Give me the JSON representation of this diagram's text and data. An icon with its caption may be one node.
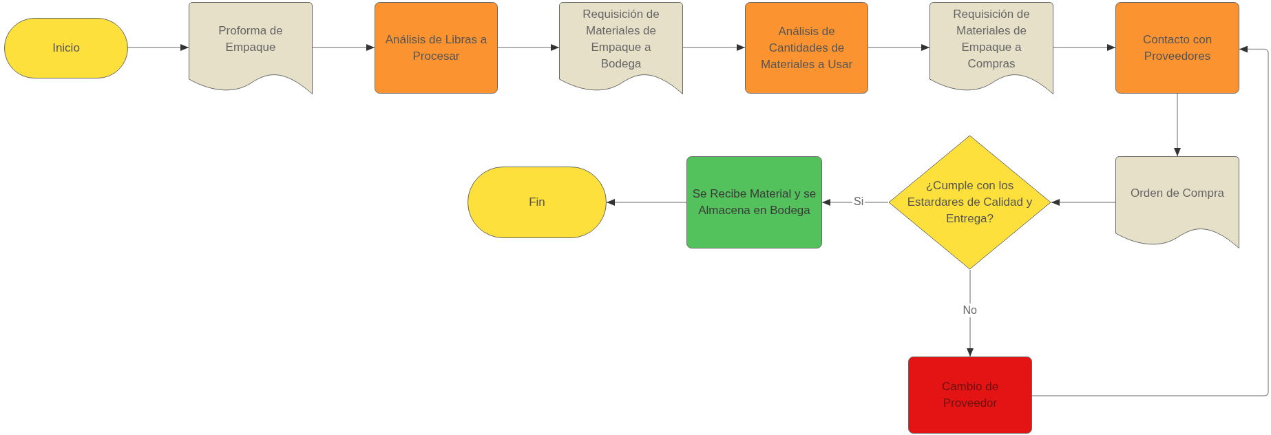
{
  "diagram": {
    "nodes": [
      {
        "text": [
          "Inicio"
        ]
      },
      {
        "text": [
          "Proforma de Empaque"
        ]
      },
      {
        "text": [
          "Análisis de Libras a Procesar"
        ]
      },
      {
        "text": [
          "Requisición de Materiales  de Empaque a Bodega"
        ]
      },
      {
        "text": [
          "Análisis de Cantidades de Materiales a Usar"
        ]
      },
      {
        "text": [
          "Requisición de Materiales de Empaque a Compras"
        ]
      },
      {
        "text": [
          "Contacto con Proveedores"
        ]
      },
      {
        "text": [
          "Orden de Compra"
        ]
      },
      {
        "text": [
          "¿Cumple con los Estardares de Calidad y Entrega?"
        ]
      },
      {
        "text": [
          "Se Recibe Material y se Almacena en Bodega"
        ]
      },
      {
        "text": [
          "Fin"
        ]
      },
      {
        "text": [
          "Cambio de Proveedor"
        ]
      }
    ],
    "edges": [
      {
        "from": 0,
        "to": 1,
        "arrow": "to"
      },
      {
        "from": 1,
        "to": 2,
        "arrow": "to"
      },
      {
        "from": 2,
        "to": 3,
        "arrow": "to"
      },
      {
        "from": 3,
        "to": 4,
        "arrow": "to"
      },
      {
        "from": 4,
        "to": 5,
        "arrow": "to"
      },
      {
        "from": 5,
        "to": 6,
        "arrow": "to"
      },
      {
        "from": 6,
        "to": 7,
        "arrow": "to"
      },
      {
        "from": 7,
        "to": 8,
        "arrow": "to"
      },
      {
        "from": 8,
        "to": 9,
        "label": "Si",
        "arrow": "to"
      },
      {
        "from": 9,
        "to": 10,
        "arrow": "to"
      },
      {
        "from": 8,
        "to": 11,
        "label": "No",
        "arrow": "to"
      },
      {
        "from": 11,
        "to": 6,
        "arrow": "to"
      }
    ]
  }
}
